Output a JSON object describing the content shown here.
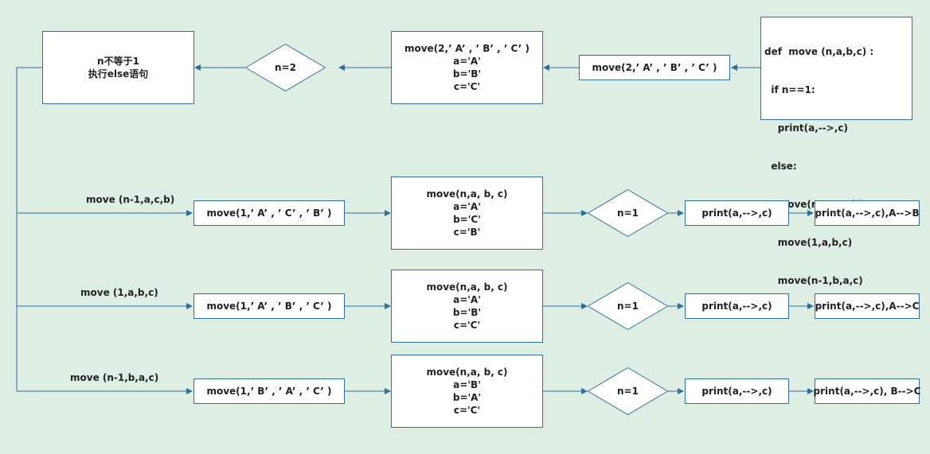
{
  "colors": {
    "background": "#dfeee3",
    "box_border": "#2e6f9e",
    "connector": "#2e6f9e",
    "box_fill": "#ffffff"
  },
  "code_block": {
    "lines": [
      "def  move (n,a,b,c) :",
      "  if n==1:",
      "    print(a,-->,c)",
      "  else:",
      "    move(n-1,a,c,b)",
      "    move(1,a,b,c)",
      "    move(n-1,b,a,c)"
    ]
  },
  "top_row": {
    "call": "move(2,’ A’ , ’ B’ , ’ C’ )",
    "frame": {
      "lines": [
        "move(2,’ A’ , ’ B’ , ’ C’ )",
        "a='A'",
        "b='B'",
        "c='C'"
      ]
    },
    "condition": "n=2",
    "result": {
      "lines": [
        "n不等于1",
        "执行else语句"
      ]
    }
  },
  "branches": [
    {
      "label": "move (n-1,a,c,b)",
      "call": "move(1,’ A’ , ’ C’ , ’ B’ )",
      "frame": {
        "lines": [
          "move(n,a, b, c)",
          "a='A'",
          "b='C'",
          "c='B'"
        ]
      },
      "condition": "n=1",
      "action": "print(a,-->,c)",
      "output": "print(a,-->,c),A-->B"
    },
    {
      "label": "move (1,a,b,c)",
      "call": "move(1,’ A’ , ’ B’ , ’ C’ )",
      "frame": {
        "lines": [
          "move(n,a, b, c)",
          "a='A'",
          "b='B'",
          "c='C'"
        ]
      },
      "condition": "n=1",
      "action": "print(a,-->,c)",
      "output": "print(a,-->,c),A-->C"
    },
    {
      "label": "move (n-1,b,a,c)",
      "call": "move(1,’ B’ , ’ A’ , ’ C’ )",
      "frame": {
        "lines": [
          "move(n,a, b, c)",
          "a='B'",
          "b='A'",
          "c='C'"
        ]
      },
      "condition": "n=1",
      "action": "print(a,-->,c)",
      "output": "print(a,-->,c), B-->C"
    }
  ]
}
